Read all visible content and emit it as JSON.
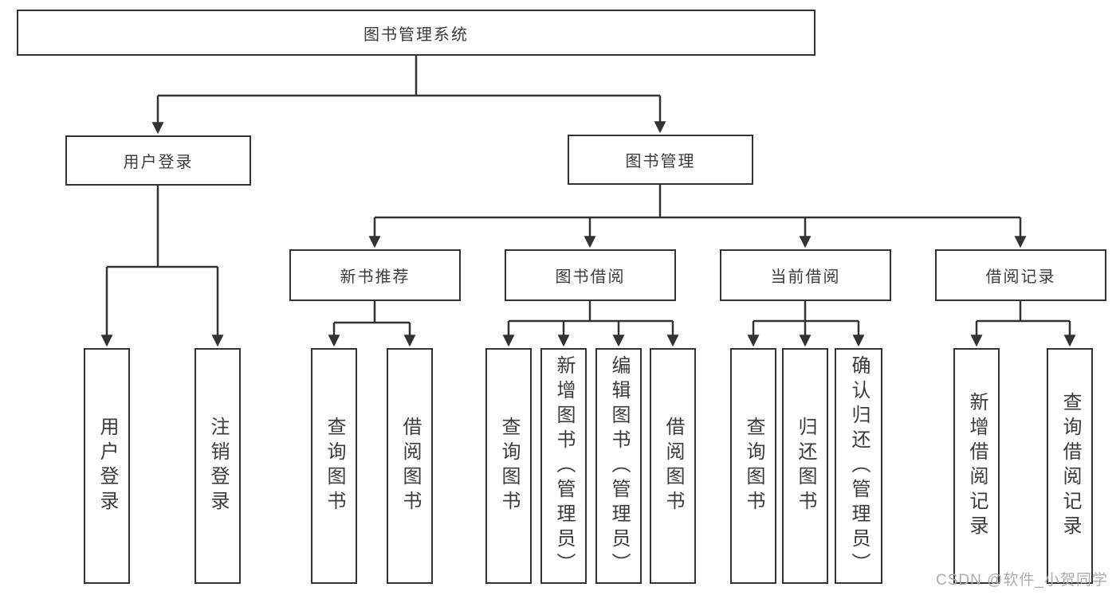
{
  "diagram": {
    "title": "图书管理系统",
    "nodes": {
      "root": {
        "label": "图书管理系统",
        "children": [
          "user_login",
          "book_mgmt"
        ]
      },
      "user_login": {
        "label": "用户登录",
        "children": [
          "leaf_user_login",
          "leaf_logout"
        ]
      },
      "book_mgmt": {
        "label": "图书管理",
        "children": [
          "new_book_rec",
          "book_borrow",
          "current_borrow",
          "borrow_record"
        ]
      },
      "new_book_rec": {
        "label": "新书推荐",
        "children": [
          "leaf_query_book_1",
          "leaf_borrow_book_1"
        ]
      },
      "book_borrow": {
        "label": "图书借阅",
        "children": [
          "leaf_query_book_2",
          "leaf_add_book",
          "leaf_edit_book",
          "leaf_borrow_book_2"
        ]
      },
      "current_borrow": {
        "label": "当前借阅",
        "children": [
          "leaf_query_book_3",
          "leaf_return_book",
          "leaf_confirm_return"
        ]
      },
      "borrow_record": {
        "label": "借阅记录",
        "children": [
          "leaf_add_record",
          "leaf_query_record"
        ]
      },
      "leaf_user_login": {
        "label": "用户登录"
      },
      "leaf_logout": {
        "label": "注销登录"
      },
      "leaf_query_book_1": {
        "label": "查询图书"
      },
      "leaf_borrow_book_1": {
        "label": "借阅图书"
      },
      "leaf_query_book_2": {
        "label": "查询图书"
      },
      "leaf_add_book": {
        "label": "新增图书（管理员）"
      },
      "leaf_edit_book": {
        "label": "编辑图书（管理员）"
      },
      "leaf_borrow_book_2": {
        "label": "借阅图书"
      },
      "leaf_query_book_3": {
        "label": "查询图书"
      },
      "leaf_return_book": {
        "label": "归还图书"
      },
      "leaf_confirm_return": {
        "label": "确认归还（管理员）"
      },
      "leaf_add_record": {
        "label": "新增借阅记录"
      },
      "leaf_query_record": {
        "label": "查询借阅记录"
      }
    },
    "watermark": "CSDN @软件_小贺同学",
    "colors": {
      "line": "#333333",
      "box_border": "#333333",
      "box_fill": "#ffffff",
      "text": "#3b3b3b",
      "background": "#ffffff",
      "watermark": "#ababab"
    }
  }
}
